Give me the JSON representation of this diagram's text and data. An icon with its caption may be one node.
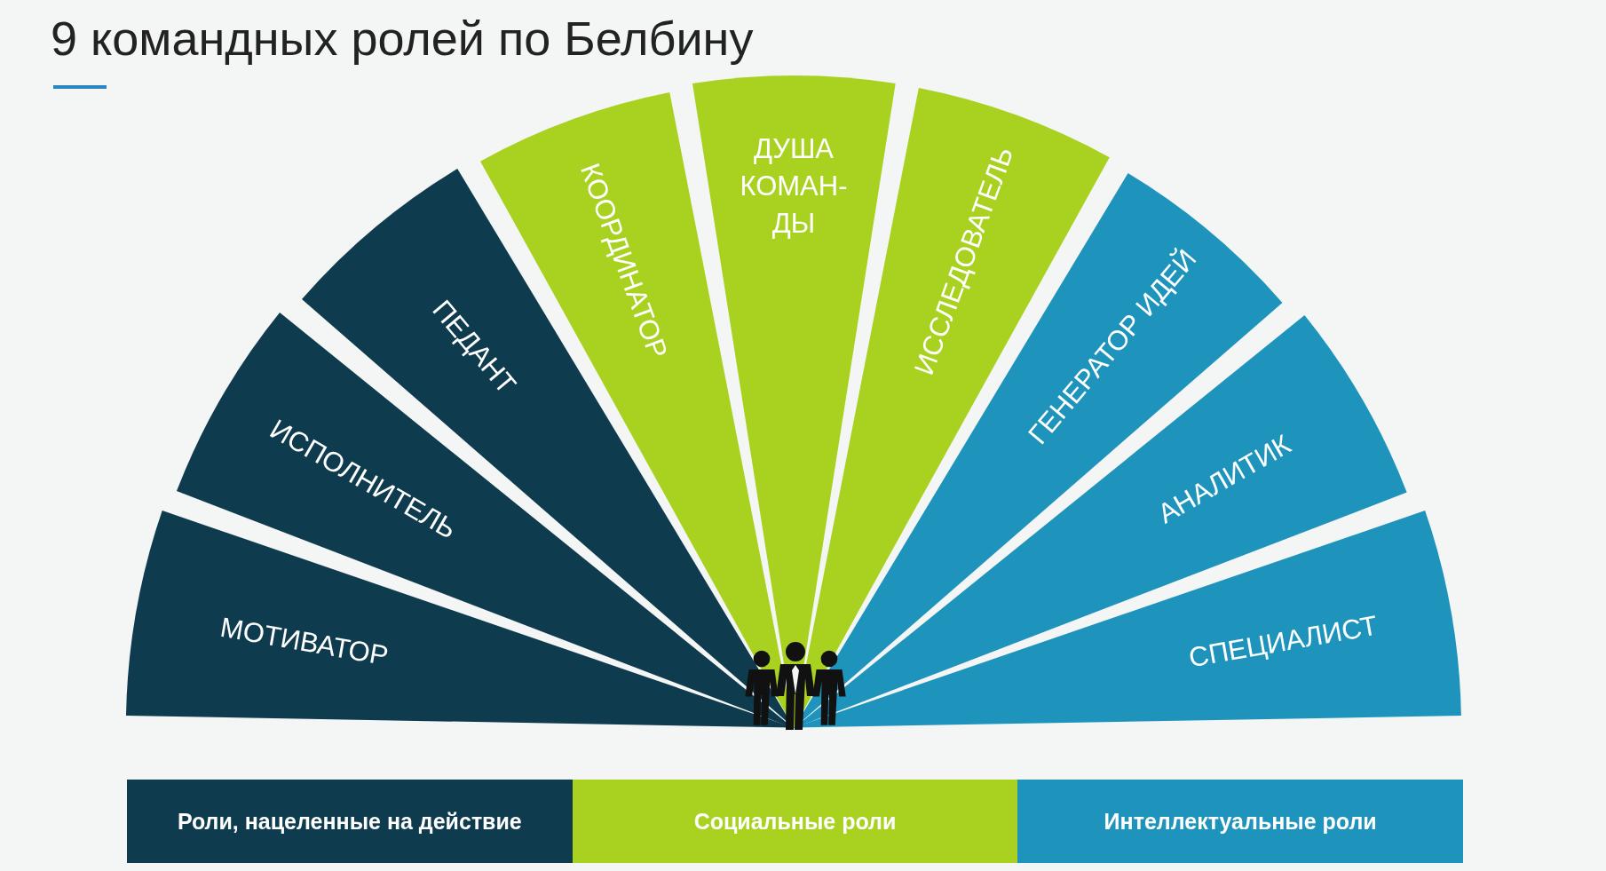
{
  "diagram": {
    "title": "9 командных ролей по Белбину",
    "nodes": [
      {
        "text": [
          "МОТИВАТОР"
        ]
      },
      {
        "text": [
          "ИСПОЛНИТЕЛЬ"
        ]
      },
      {
        "text": [
          "ПЕДАНТ"
        ]
      },
      {
        "text": [
          "КООРДИНАТОР"
        ]
      },
      {
        "text": [
          "ДУША КОМАН- ДЫ"
        ]
      },
      {
        "text": [
          "ИССЛЕДОВАТЕЛЬ"
        ]
      },
      {
        "text": [
          "ГЕНЕРАТОР ИДЕЙ"
        ]
      },
      {
        "text": [
          "АНАЛИТИК"
        ]
      },
      {
        "text": [
          "СПЕЦИАЛИСТ"
        ]
      }
    ],
    "legend": [
      {
        "text": "Роли, нацеленные на действие",
        "color": "#0e3b4e"
      },
      {
        "text": "Социальные роли",
        "color": "#a9d220"
      },
      {
        "text": "Интеллектуальные роли",
        "color": "#1e94bd"
      }
    ]
  }
}
